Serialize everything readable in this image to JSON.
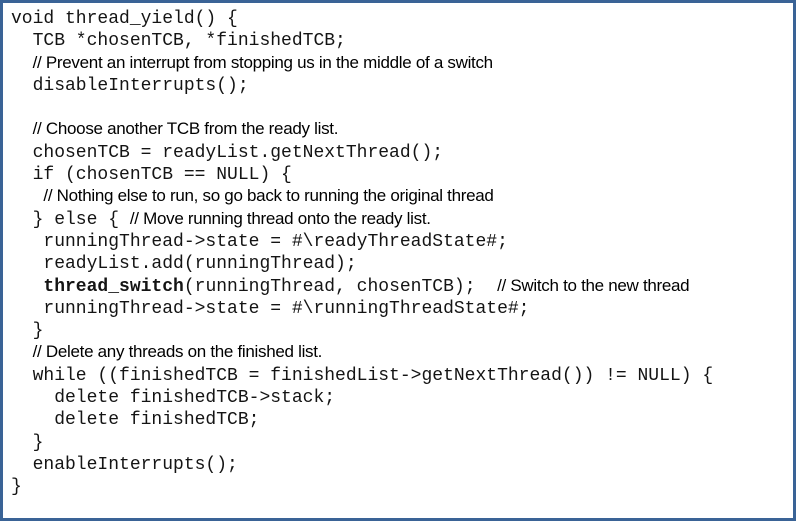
{
  "frame": {
    "border_color": "#3a6396",
    "background_color": "#ffffff",
    "text_color": "#141414"
  },
  "code": {
    "language": "c-pseudocode",
    "function_name": "thread_yield",
    "lines": [
      {
        "segments": [
          {
            "style": "code",
            "text": "void thread_yield() {"
          }
        ]
      },
      {
        "segments": [
          {
            "style": "code",
            "text": "  TCB *chosenTCB, *finishedTCB;"
          }
        ]
      },
      {
        "segments": [
          {
            "style": "code",
            "text": "  "
          },
          {
            "style": "comment",
            "text": "// Prevent an interrupt from stopping us in the middle of a switch"
          }
        ]
      },
      {
        "segments": [
          {
            "style": "code",
            "text": "  disableInterrupts();"
          }
        ]
      },
      {
        "segments": []
      },
      {
        "segments": [
          {
            "style": "code",
            "text": "  "
          },
          {
            "style": "comment",
            "text": "// Choose another TCB from the ready list."
          }
        ]
      },
      {
        "segments": [
          {
            "style": "code",
            "text": "  chosenTCB = readyList.getNextThread();"
          }
        ]
      },
      {
        "segments": [
          {
            "style": "code",
            "text": "  if (chosenTCB == NULL) {"
          }
        ]
      },
      {
        "segments": [
          {
            "style": "code",
            "text": "   "
          },
          {
            "style": "comment",
            "text": "// Nothing else to run, so go back to running the original thread"
          }
        ]
      },
      {
        "segments": [
          {
            "style": "code",
            "text": "  } else { "
          },
          {
            "style": "comment",
            "text": "// Move running thread onto the ready list."
          }
        ]
      },
      {
        "segments": [
          {
            "style": "code",
            "text": "   runningThread->state = #\\readyThreadState#;"
          }
        ]
      },
      {
        "segments": [
          {
            "style": "code",
            "text": "   readyList.add(runningThread);"
          }
        ]
      },
      {
        "segments": [
          {
            "style": "code",
            "text": "   "
          },
          {
            "style": "code-bold",
            "text": "thread_switch"
          },
          {
            "style": "code",
            "text": "(runningThread, chosenTCB);  "
          },
          {
            "style": "comment",
            "text": "// Switch to the new thread"
          }
        ]
      },
      {
        "segments": [
          {
            "style": "code",
            "text": "   runningThread->state = #\\runningThreadState#;"
          }
        ]
      },
      {
        "segments": [
          {
            "style": "code",
            "text": "  }"
          }
        ]
      },
      {
        "segments": [
          {
            "style": "code",
            "text": "  "
          },
          {
            "style": "comment",
            "text": "// Delete any threads on the finished list."
          }
        ]
      },
      {
        "segments": [
          {
            "style": "code",
            "text": "  while ((finishedTCB = finishedList->getNextThread()) != NULL) {"
          }
        ]
      },
      {
        "segments": [
          {
            "style": "code",
            "text": "    delete finishedTCB->stack;"
          }
        ]
      },
      {
        "segments": [
          {
            "style": "code",
            "text": "    delete finishedTCB;"
          }
        ]
      },
      {
        "segments": [
          {
            "style": "code",
            "text": "  }"
          }
        ]
      },
      {
        "segments": [
          {
            "style": "code",
            "text": "  enableInterrupts();"
          }
        ]
      },
      {
        "segments": [
          {
            "style": "code",
            "text": "}"
          }
        ]
      }
    ]
  }
}
